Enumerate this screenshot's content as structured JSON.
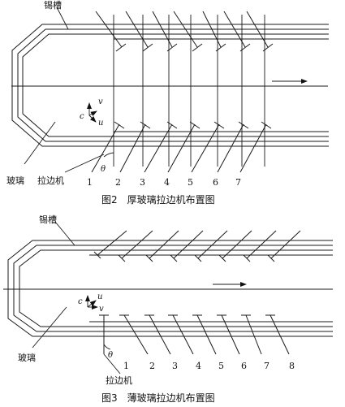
{
  "figure2": {
    "caption": "图2　厚玻璃拉边机布置图",
    "label_tin_bath": "锡槽",
    "label_glass": "玻璃",
    "label_edge_roller": "拉边机",
    "axis_c": "c",
    "axis_u": "u",
    "axis_v": "v",
    "angle_symbol": "θ",
    "machine_numbers": [
      "1",
      "2",
      "3",
      "4",
      "5",
      "6",
      "7"
    ]
  },
  "figure3": {
    "caption": "图3　薄玻璃拉边机布置图",
    "label_tin_bath": "锡槽",
    "label_glass": "玻璃",
    "label_edge_roller": "拉边机",
    "axis_c": "c",
    "axis_u": "u",
    "axis_v": "v",
    "angle_symbol": "θ",
    "machine_numbers": [
      "1",
      "2",
      "3",
      "4",
      "5",
      "6",
      "7",
      "8"
    ]
  }
}
